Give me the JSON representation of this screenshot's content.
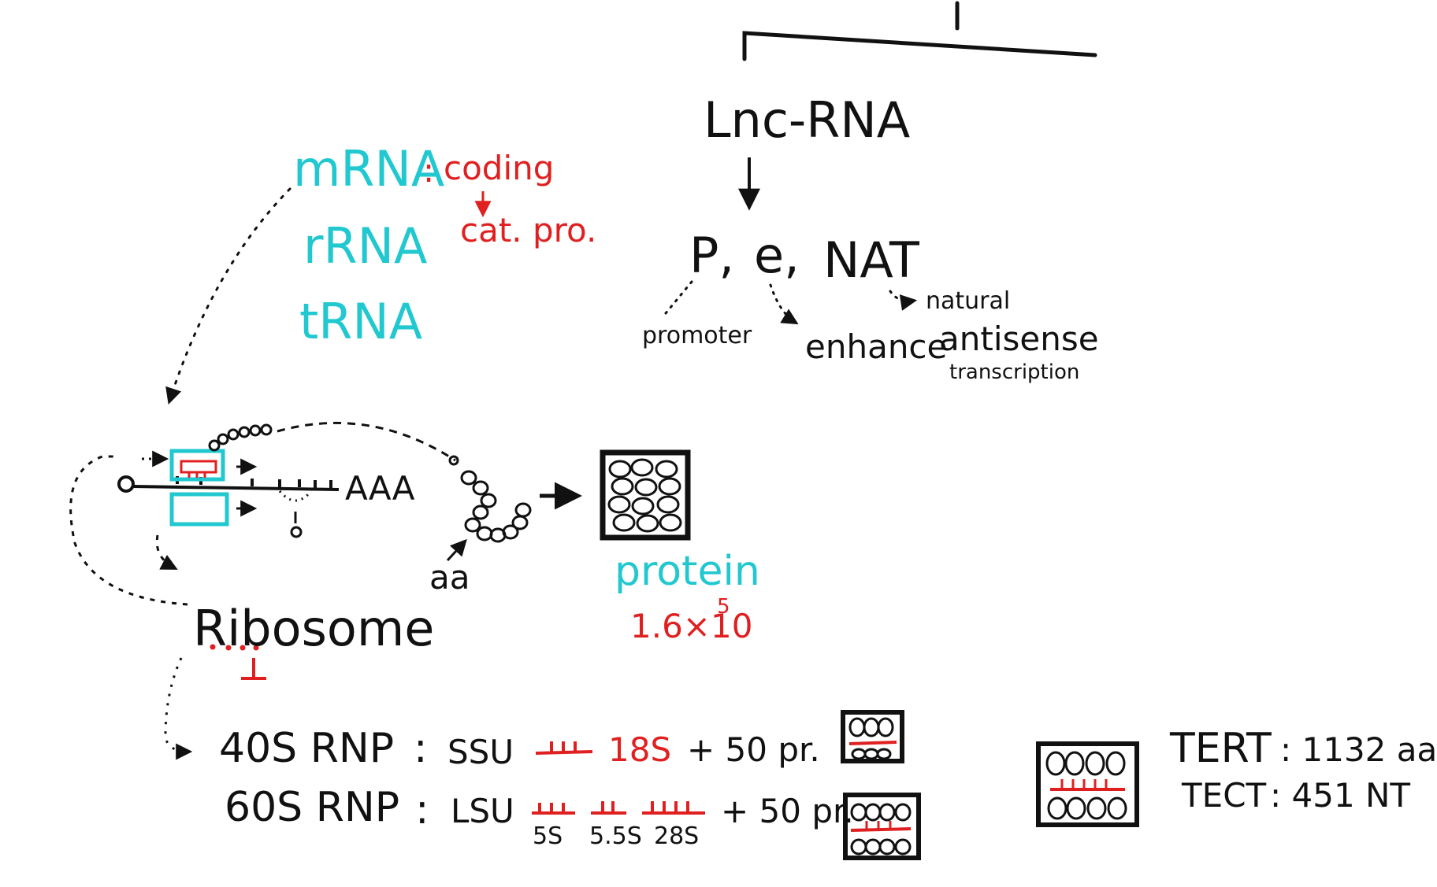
{
  "colors": {
    "ink": "#111111",
    "cyan": "#22c8d0",
    "red": "#e02020"
  },
  "lnc": {
    "title": "Lnc-RNA",
    "p": "P,",
    "e": "e,",
    "nat": "NAT",
    "promoter": "promoter",
    "enhance": "enhance",
    "nat_line1": "natural",
    "nat_line2": "antisense",
    "nat_line3": "transcription"
  },
  "rna": {
    "mrna": "mRNA",
    "colon": ":",
    "coding": "coding",
    "cat_pro": "cat. pro.",
    "rrna": "rRNA",
    "trna": "tRNA"
  },
  "translation": {
    "poly_a": "AAA",
    "aa": "aa",
    "protein": "protein",
    "protein_count": "1.6×10",
    "protein_exp": "5",
    "ribosome": "Ribosome"
  },
  "ribo40": {
    "name": "40S RNP",
    "colon": ":",
    "unit": "SSU",
    "rrna": "18S",
    "plus": "+ 50 pr."
  },
  "ribo60": {
    "name": "60S RNP",
    "colon": ":",
    "unit": "LSU",
    "r1": "5S",
    "r2": "5.5S",
    "r3": "28S",
    "plus": "+ 50 pr."
  },
  "telomerase": {
    "tert": "TERT",
    "tert_value": ": 1132 aa",
    "tect": "TECT",
    "tect_value": ": 451 NT"
  }
}
